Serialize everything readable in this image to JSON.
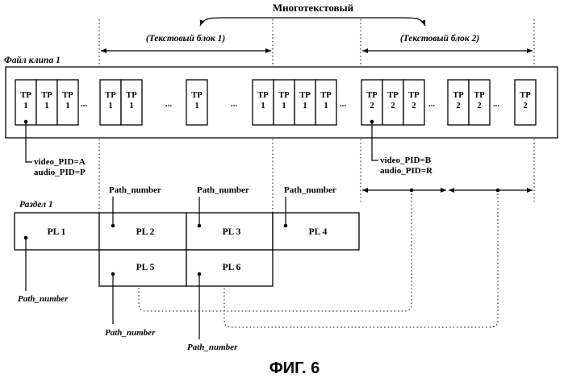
{
  "title": "Многотекстовый",
  "text_block_1": "(Текстовый блок 1)",
  "text_block_2": "(Текстовый блок 2)",
  "clip_file_label": "Файл клипа 1",
  "section_label": "Раздел 1",
  "tp_labels": {
    "tp1_top": "TP",
    "tp1_bottom": "1",
    "tp2_top": "TP",
    "tp2_bottom": "2"
  },
  "ellipsis": "...",
  "pid_left": {
    "video": "video_PID=A",
    "audio": "audio_PID=P"
  },
  "pid_right": {
    "video": "video_PID=B",
    "audio": "audio_PID=R"
  },
  "playlists": {
    "pl1": "PL 1",
    "pl2": "PL 2",
    "pl3": "PL 3",
    "pl4": "PL 4",
    "pl5": "PL 5",
    "pl6": "PL 6"
  },
  "path_number": "Path_number",
  "figure_caption": "ФИГ. 6"
}
